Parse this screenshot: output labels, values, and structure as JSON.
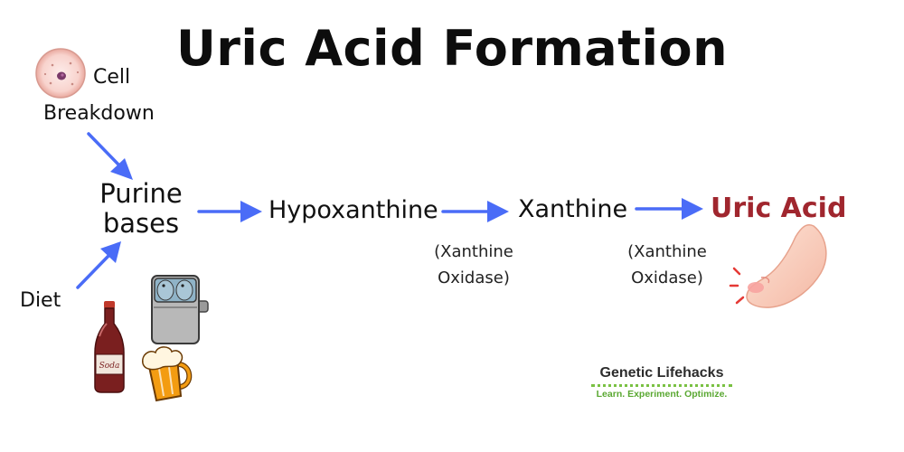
{
  "title": "Uric Acid Formation",
  "sources": {
    "cell_line1": "Cell",
    "cell_line2": "Breakdown",
    "diet": "Diet"
  },
  "pathway": {
    "purine_line1": "Purine",
    "purine_line2": "bases",
    "hypoxanthine": "Hypoxanthine",
    "xanthine": "Xanthine",
    "uric_acid": "Uric Acid"
  },
  "enzymes": [
    {
      "line1": "(Xanthine",
      "line2": "Oxidase)"
    },
    {
      "line1": "(Xanthine",
      "line2": "Oxidase)"
    }
  ],
  "illustrations": {
    "soda_label": "Soda",
    "icons": [
      "cell-icon",
      "soda-bottle-icon",
      "sardine-can-icon",
      "beer-mug-icon",
      "sore-foot-icon"
    ]
  },
  "brand": {
    "name": "Genetic Lifehacks",
    "tagline": "Learn. Experiment. Optimize."
  },
  "colors": {
    "arrow": "#4a6cf7",
    "uric_acid": "#a0262e",
    "brand_green": "#5aa832"
  }
}
